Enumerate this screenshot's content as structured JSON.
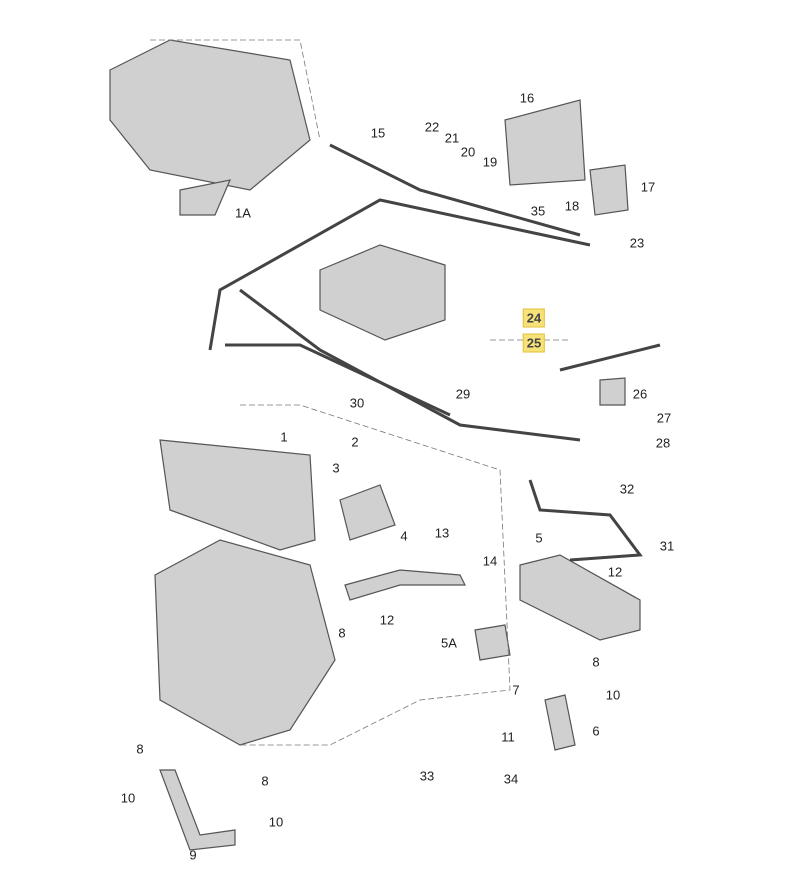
{
  "title": "Exploded parts diagram: air intake, vacuum lines, intake manifold, EGR",
  "colors": {
    "part": "#cfcfcf",
    "outline": "#555555",
    "highlight": "#f7e27a"
  },
  "labels": [
    "1A",
    "15",
    "16",
    "22",
    "21",
    "20",
    "19",
    "17",
    "35",
    "18",
    "23",
    "24",
    "25",
    "26",
    "29",
    "30",
    "27",
    "28",
    "1",
    "2",
    "3",
    "32",
    "4",
    "13",
    "14",
    "5",
    "31",
    "12",
    "12",
    "8",
    "5A",
    "8",
    "7",
    "10",
    "6",
    "11",
    "8",
    "8",
    "33",
    "34",
    "10",
    "10",
    "9"
  ],
  "highlighted": [
    "24",
    "25"
  ]
}
